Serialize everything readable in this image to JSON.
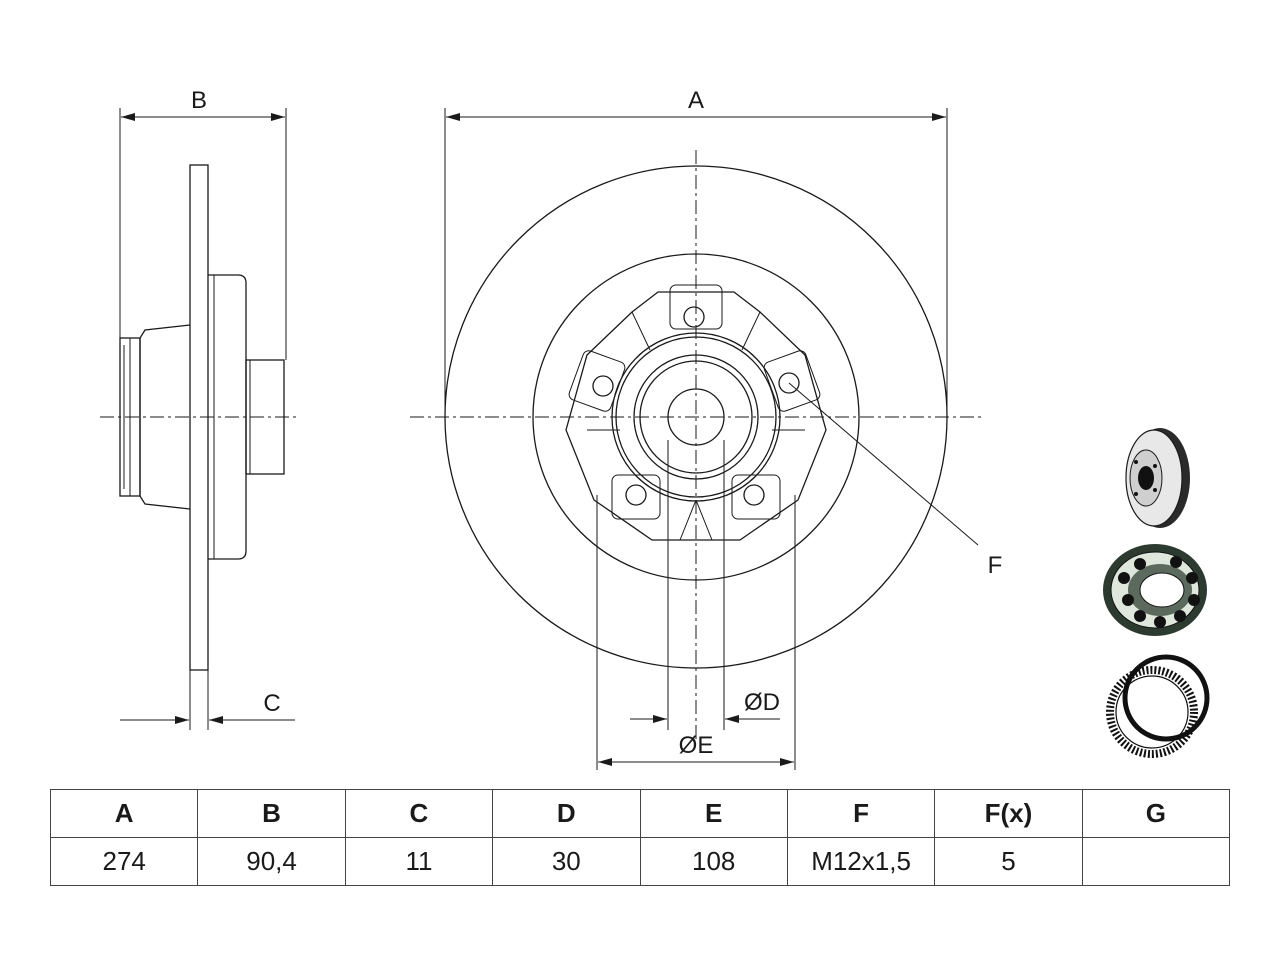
{
  "dimension_labels": {
    "A": "A",
    "B": "B",
    "C": "C",
    "D": "ØD",
    "E": "ØE",
    "F": "F"
  },
  "spec_table": {
    "headers": [
      "A",
      "B",
      "C",
      "D",
      "E",
      "F",
      "F(x)",
      "G"
    ],
    "values": [
      "274",
      "90,4",
      "11",
      "30",
      "108",
      "M12x1,5",
      "5",
      ""
    ]
  },
  "icons": [
    "brake-disc-thumbnail-icon",
    "wheel-bearing-icon",
    "abs-ring-and-seal-icon"
  ]
}
